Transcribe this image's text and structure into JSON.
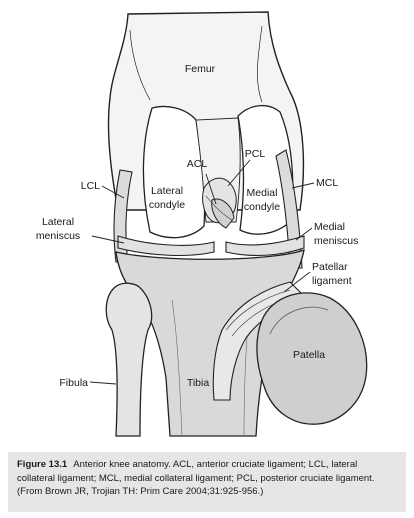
{
  "labels": {
    "femur": "Femur",
    "pcl": "PCL",
    "acl": "ACL",
    "lcl": "LCL",
    "mcl": "MCL",
    "lateral_condyle_1": "Lateral",
    "lateral_condyle_2": "condyle",
    "medial_condyle_1": "Medial",
    "medial_condyle_2": "condyle",
    "lateral_meniscus_1": "Lateral",
    "lateral_meniscus_2": "meniscus",
    "medial_meniscus_1": "Medial",
    "medial_meniscus_2": "meniscus",
    "patellar_ligament_1": "Patellar",
    "patellar_ligament_2": "ligament",
    "patella": "Patella",
    "fibula": "Fibula",
    "tibia": "Tibia"
  },
  "caption": {
    "label": "Figure 13.1",
    "text": "Anterior knee anatomy. ACL, anterior cruciate ligament; LCL, lateral collateral ligament; MCL, medial collateral ligament; PCL, posterior cruciate ligament. (From Brown JR, Trojian TH: Prim Care 2004;31:925-956.)"
  }
}
